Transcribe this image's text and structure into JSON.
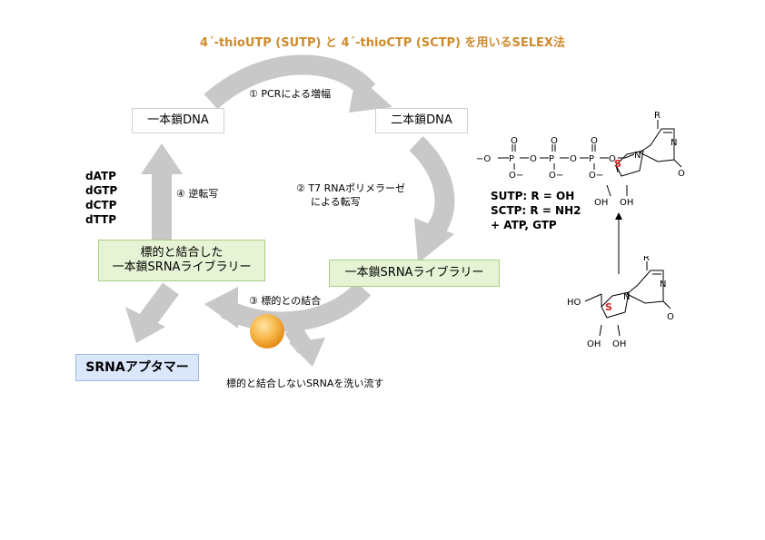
{
  "title": "4´-thioUTP (SUTP) と 4´-thioCTP (SCTP) を用いるSELEX法",
  "boxes": {
    "ssdna": "一本鎖DNA",
    "dsdna": "二本鎖DNA",
    "srna_lib": "一本鎖SRNAライブラリー",
    "bound_lib_line1": "標的と結合した",
    "bound_lib_line2": "一本鎖SRNAライブラリー",
    "aptamer": "SRNAアプタマー"
  },
  "steps": {
    "pcr": "① PCRによる増幅",
    "t7_line1": "② T7 RNAポリメラーゼ",
    "t7_line2": "による転写",
    "binding": "③ 標的との結合",
    "rt": "④ 逆転写",
    "wash": "標的と結合しないSRNAを洗い流す"
  },
  "nucleotides": [
    "dATP",
    "dGTP",
    "dCTP",
    "dTTP"
  ],
  "chem": {
    "utp": "SUTP: R = OH",
    "ctp": "SCTP: R = NH2",
    "extra": "+ ATP, GTP",
    "R": "R",
    "S": "S",
    "N": "N",
    "O": "O",
    "P": "P",
    "OH": "OH",
    "HO": "HO",
    "Ominus": "O−",
    "minusO": "−O"
  },
  "colors": {
    "title": "#d08a2a",
    "arrow": "#c8c8c8",
    "green_box": "#e6f3d4",
    "blue_box": "#dbe7fb",
    "target_ball": "#f5a623",
    "sulfur": "#e02020"
  }
}
